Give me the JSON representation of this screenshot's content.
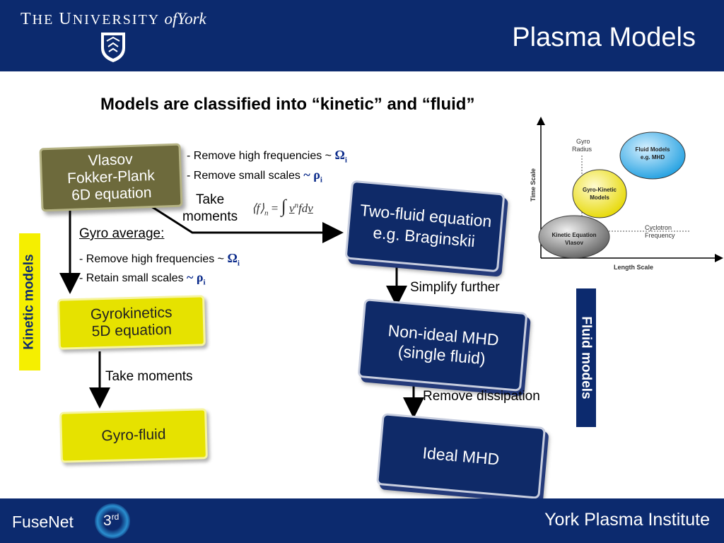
{
  "header": {
    "university_the": "T",
    "university_he": "HE",
    "university_u": "U",
    "university_niversity": "NIVERSITY",
    "university_of": "of",
    "university_york": "York",
    "title": "Plasma Models"
  },
  "subtitle": "Models are classified into “kinetic” and “fluid”",
  "boxes": {
    "vlasov": [
      "Vlasov",
      "Fokker-Plank",
      "6D equation"
    ],
    "gyrokinetics": [
      "Gyrokinetics",
      "5D equation"
    ],
    "gyrofluid": "Gyro-fluid",
    "twofluid": [
      "Two-fluid equation",
      "e.g. Braginskii"
    ],
    "nonideal": [
      "Non-ideal MHD",
      "(single fluid)"
    ],
    "ideal": "Ideal MHD"
  },
  "notes": {
    "remove_high_freq": "- Remove high frequencies ~ ",
    "remove_small_scales": "- Remove small scales ",
    "retain_small_scales": "- Retain small scales ",
    "omega_i": "Ω",
    "rho_i": "~ ρ",
    "sub_i": "i",
    "take_moments_1": "Take",
    "take_moments_2": "moments",
    "gyro_average": "Gyro average:",
    "simplify_further": "Simplify further",
    "take_moments": "Take moments",
    "remove_dissipation": "Remove dissipation"
  },
  "formula": {
    "f": "f",
    "n": "n",
    "eq": "=",
    "integrand": "fd"
  },
  "side_labels": {
    "kinetic": "Kinetic models",
    "fluid": "Fluid models"
  },
  "inset": {
    "time_scale": "Time Scale",
    "length_scale": "Length Scale",
    "gyro": "Gyro",
    "radius": "Radius",
    "cyclotron": "Cyclotron",
    "frequency": "Frequency",
    "fluid_models": "Fluid Models",
    "eg_mhd": "e.g. MHD",
    "gyro_kinetic": "Gyro-Kinetic",
    "models": "Models",
    "kinetic_eq": "Kinetic Equation",
    "vlasov": "Vlasov"
  },
  "footer": {
    "fusenet": "FuseNet",
    "badge_num": "3",
    "badge_sup": "rd",
    "institute": "York Plasma Institute"
  },
  "colors": {
    "navy": "#0c2a6e",
    "olive": "#6d6a3c",
    "yellow": "#e6e200"
  }
}
